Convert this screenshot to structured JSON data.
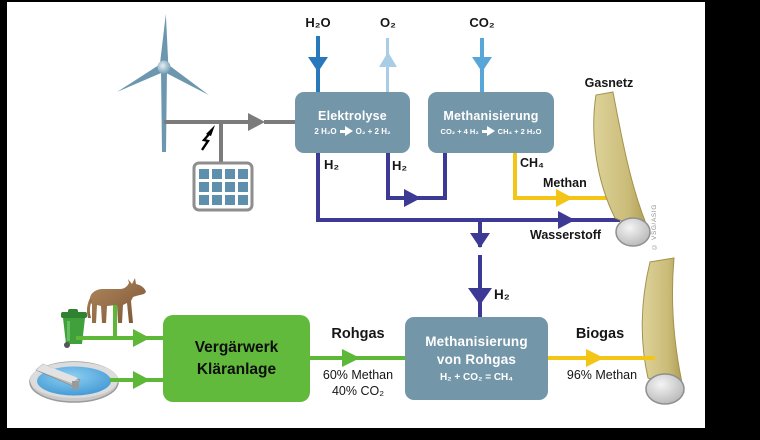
{
  "diagram": {
    "inputs": {
      "h2o": "H₂O",
      "o2": "O₂",
      "co2": "CO₂"
    },
    "boxes": {
      "elektrolyse": {
        "title": "Elektrolyse",
        "formula_left": "2 H₂O",
        "formula_right": "O₂ + 2 H₂"
      },
      "methanisierung": {
        "title": "Methanisierung",
        "formula_left": "CO₂ + 4 H₂",
        "formula_right": "CH₄ + 2 H₂O"
      },
      "vergaerwerk": {
        "title_line1": "Vergärwerk",
        "title_line2": "Kläranlage"
      },
      "methanisierung_rohgas": {
        "title_line1": "Methanisierung",
        "title_line2": "von Rohgas",
        "formula": "H₂ + CO₂ = CH₄"
      }
    },
    "flows": {
      "h2_out_elektrolyse": "H₂",
      "h2_to_methanisierung": "H₂",
      "h2_to_rohgas_methanisierung": "H₂",
      "ch4": "CH₄",
      "methan": "Methan",
      "wasserstoff": "Wasserstoff",
      "rohgas": "Rohgas",
      "rohgas_composition_1": "60% Methan",
      "rohgas_composition_2": "40% CO₂",
      "biogas": "Biogas",
      "biogas_composition": "96% Methan"
    },
    "sinks": {
      "gasnetz": "Gasnetz"
    },
    "credit": "© VSG/ASIG",
    "colors": {
      "electricity": "#7b7b7b",
      "water_arrow": "#2878bc",
      "oxygen_arrow": "#a9cce7",
      "co2_arrow": "#58a5d8",
      "hydrogen_line": "#3c3a94",
      "methane_line": "#f2c516",
      "biogas_line": "#5cb836",
      "process_box": "#7496a9",
      "digester_box": "#61ba3b",
      "pipe_tan": "#cfc184"
    }
  }
}
